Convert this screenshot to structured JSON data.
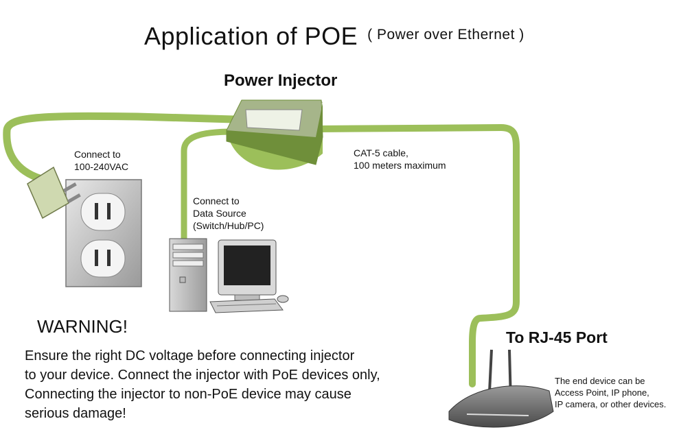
{
  "title": {
    "main": "Application of POE",
    "sub": "( Power over Ethernet )"
  },
  "labels": {
    "power_injector": "Power Injector",
    "connect_ac": "Connect to\n100-240VAC",
    "connect_data_source": "Connect to\nData Source\n(Switch/Hub/PC)",
    "cat5_cable": "CAT-5 cable,\n100 meters maximum",
    "rj45_port": "To RJ-45 Port",
    "end_device": "The end device can be\nAccess Point, IP phone,\nIP camera, or other devices."
  },
  "warning": {
    "title": "WARNING!",
    "body": "  Ensure the right DC voltage before connecting injector\nto your device. Connect the injector with PoE devices only,\nConnecting the injector to non-PoE device may cause\nserious damage!"
  },
  "colors": {
    "cable": "#9cbf5a",
    "cable_dark": "#6f8f3a",
    "injector_body": "#a6b58a",
    "injector_top": "#eef2e6",
    "outlet": "#bdbdbd",
    "router": "#7a7a7a"
  }
}
